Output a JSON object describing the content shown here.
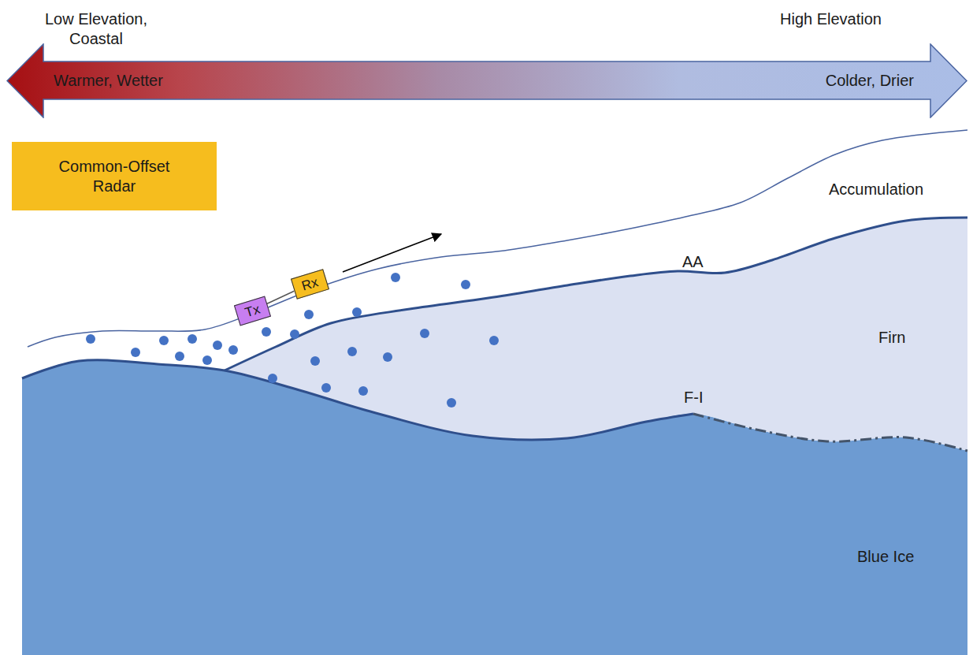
{
  "diagram": {
    "nodes": [
      {
        "text": [
          "Warmer, Wetter",
          "Colder, Drier"
        ]
      },
      {
        "text": [
          "Common-Offset Radar"
        ]
      },
      {
        "text": [
          "Tx"
        ]
      },
      {
        "text": [
          "Rx"
        ]
      }
    ],
    "edges": [
      {
        "from": 2,
        "to": 3,
        "arrow": "none"
      }
    ],
    "labels": [
      "Low Elevation, Coastal",
      "High Elevation",
      "Accumulation",
      "AA",
      "Firn",
      "F-I",
      "Blue Ice"
    ]
  }
}
